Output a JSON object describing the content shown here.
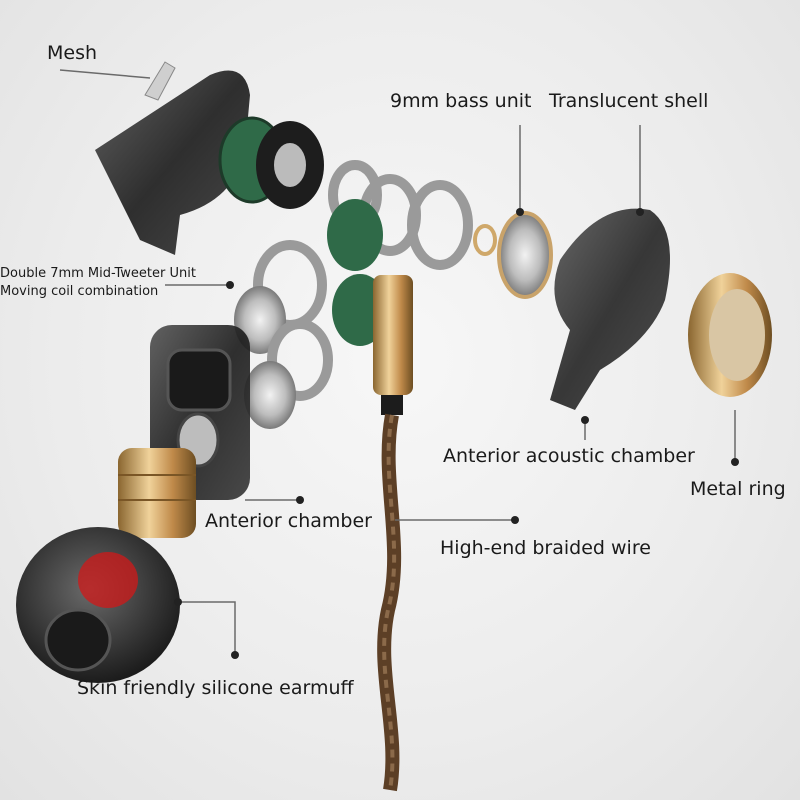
{
  "labels": {
    "mesh": "Mesh",
    "bass_unit": "9mm bass unit",
    "translucent_shell": "Translucent shell",
    "mid_tweeter_line1": "Double 7mm Mid-Tweeter Unit",
    "mid_tweeter_line2": "Moving coil combination",
    "anterior_acoustic_chamber": "Anterior acoustic chamber",
    "metal_ring": "Metal ring",
    "anterior_chamber": "Anterior chamber",
    "braided_wire": "High-end braided wire",
    "silicone_earmuff": "Skin friendly silicone earmuff"
  },
  "colors": {
    "leader_line": "#6a6a6a",
    "dot": "#222222",
    "shell": "#2a2a2a",
    "gold": "#c9a36a",
    "braid": "#5c3f26",
    "pcb_green": "#2f6a48",
    "silicone_tip": "#3a3a3a",
    "tip_red": "#d01818"
  }
}
